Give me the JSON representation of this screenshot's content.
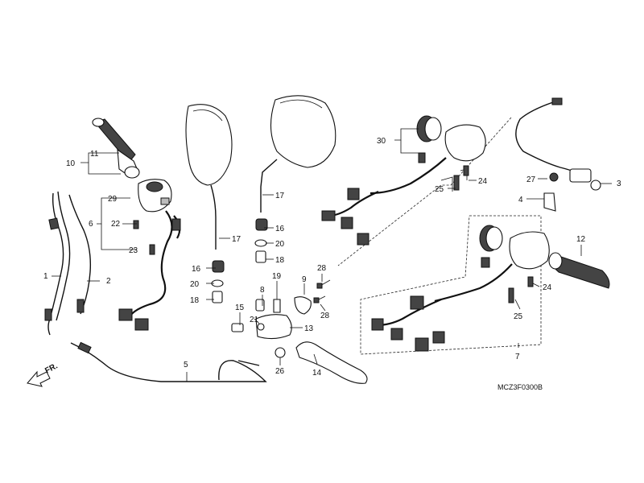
{
  "diagram": {
    "code": "MCZ3F0300B",
    "direction_label": "FR.",
    "callouts": {
      "c1": "1",
      "c2": "2",
      "c3": "3",
      "c4": "4",
      "c5": "5",
      "c6": "6",
      "c7": "7",
      "c8": "8",
      "c9": "9",
      "c10": "10",
      "c11": "11",
      "c12": "12",
      "c13": "13",
      "c14": "14",
      "c15": "15",
      "c16a": "16",
      "c16b": "16",
      "c17a": "17",
      "c17b": "17",
      "c18a": "18",
      "c18b": "18",
      "c19": "19",
      "c20a": "20",
      "c20b": "20",
      "c21": "21",
      "c22": "22",
      "c23": "23",
      "c24a": "24",
      "c24b": "24",
      "c25a": "25",
      "c25b": "25",
      "c26": "26",
      "c27": "27",
      "c28a": "28",
      "c28b": "28",
      "c29": "29",
      "c30": "30"
    }
  }
}
